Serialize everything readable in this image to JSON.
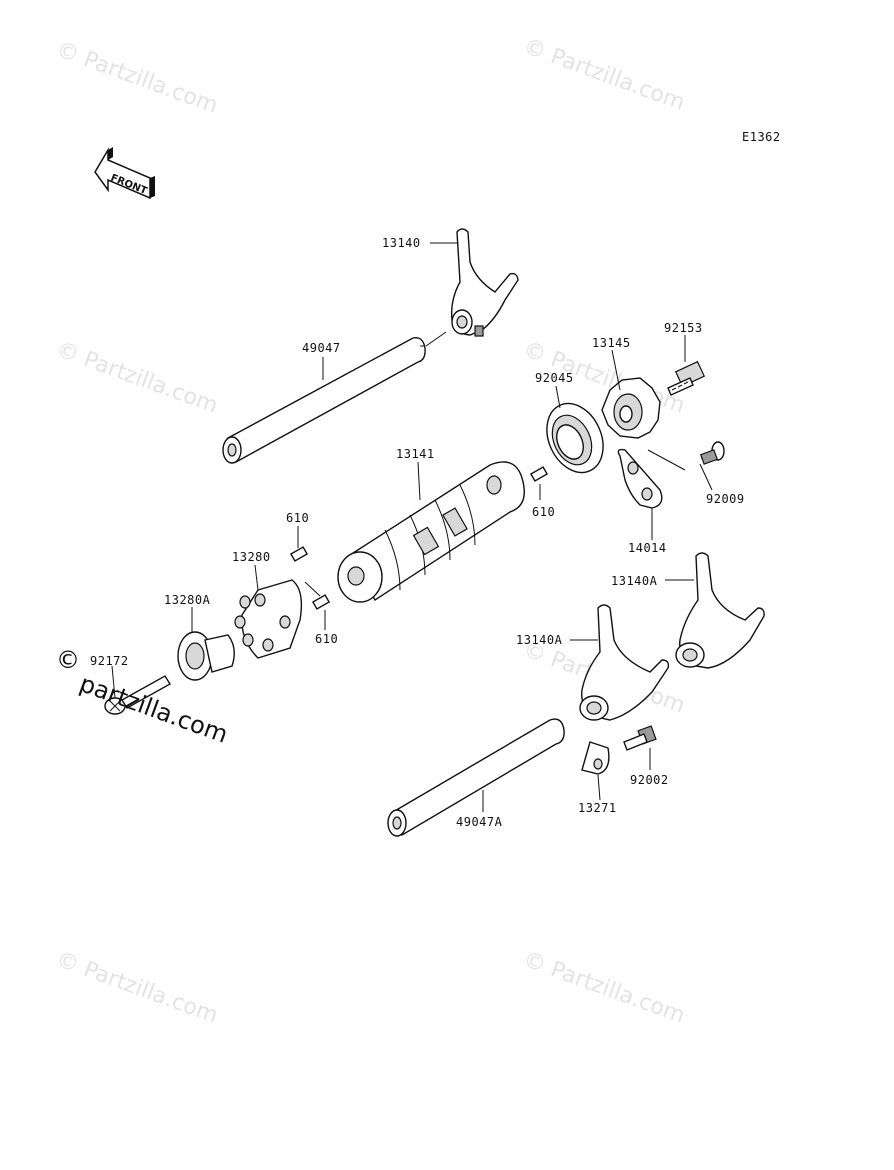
{
  "diagram_code": "E1362",
  "front_label": "FRONT",
  "watermark_text": "© Partzilla.com",
  "watermark_big_copyright": "©",
  "watermark_big_text": "partzilla.com",
  "colors": {
    "line": "#111111",
    "shade": "#d8d8d8",
    "watermark": "#e3e3e3"
  },
  "parts": {
    "p13140": "13140",
    "p49047": "49047",
    "p13145": "13145",
    "p92153": "92153",
    "p92045": "92045",
    "p13141": "13141",
    "p610_upper_right": "610",
    "p610_left": "610",
    "p610_lower": "610",
    "p92009": "92009",
    "p14014": "14014",
    "p13280": "13280",
    "p13280A": "13280A",
    "p13140A_right": "13140A",
    "p13140A_left": "13140A",
    "p92172": "92172",
    "p92002": "92002",
    "p13271": "13271",
    "p49047A": "49047A"
  }
}
